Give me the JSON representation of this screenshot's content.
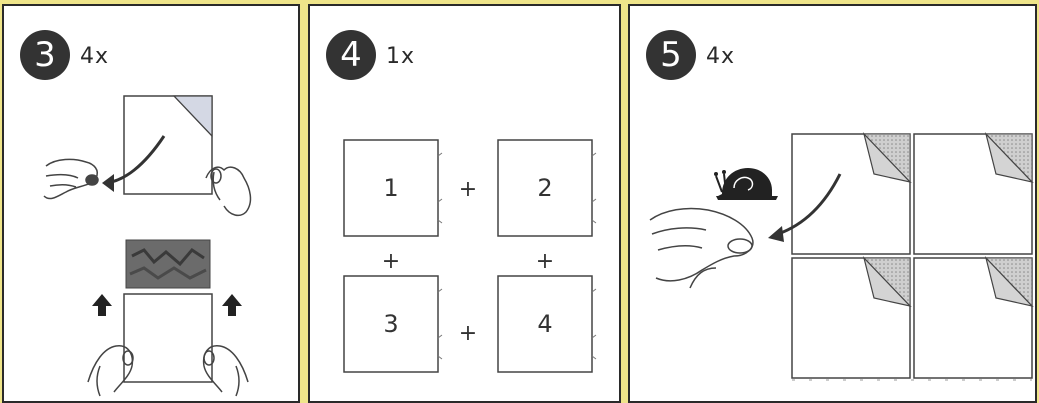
{
  "steps": [
    {
      "number": "3",
      "count": "4x"
    },
    {
      "number": "4",
      "count": "1x"
    },
    {
      "number": "5",
      "count": "4x"
    }
  ],
  "assembly": {
    "tiles": [
      "1",
      "2",
      "3",
      "4"
    ],
    "operator": "+"
  },
  "colors": {
    "background": "#efe58a",
    "badge": "#333333",
    "line": "#444444",
    "corner_fill": "#d4d8e4",
    "texture": "#6b6b6b"
  },
  "icons": [
    "peel-corner-icon",
    "hand-icon",
    "up-arrow-icon",
    "snail-icon",
    "curved-arrow-icon"
  ]
}
